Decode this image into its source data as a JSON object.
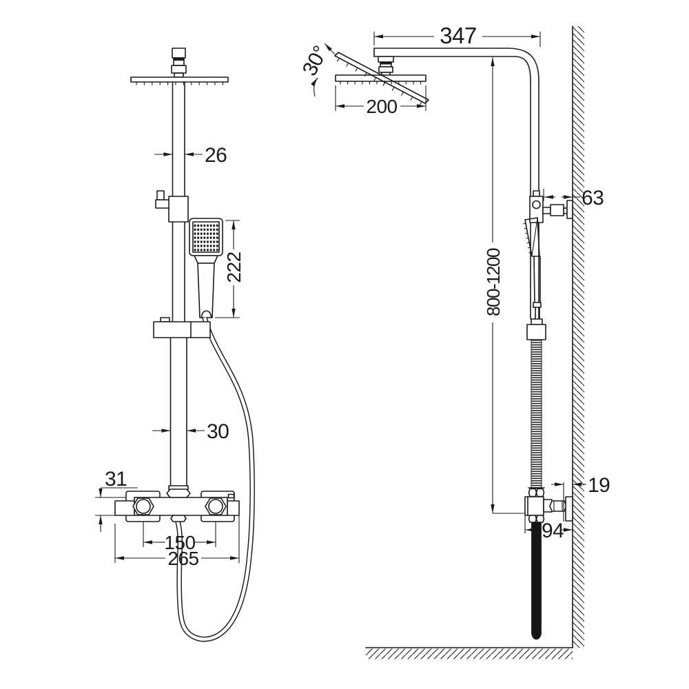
{
  "drawing": {
    "type": "technical-dimension-drawing",
    "subject": "shower column with thermostatic mixer, front and side view",
    "colors": {
      "line": "#1a1a1a",
      "background": "#ffffff",
      "hose_fill": "#161616"
    },
    "views": {
      "front": {
        "dimensions": {
          "riser_upper_width": "26",
          "hand_shower_length": "222",
          "riser_lower_width": "30",
          "mixer_body_height": "31",
          "valve_center_distance": "150",
          "mixer_overall_width": "265"
        }
      },
      "side": {
        "dimensions": {
          "arm_length": "347",
          "head_tilt_angle": "30°",
          "head_width": "200",
          "riser_to_wall": "63",
          "adjustable_height": "800-1200",
          "outlet_wall_gap": "19",
          "outlet_depth": "94"
        }
      }
    }
  }
}
